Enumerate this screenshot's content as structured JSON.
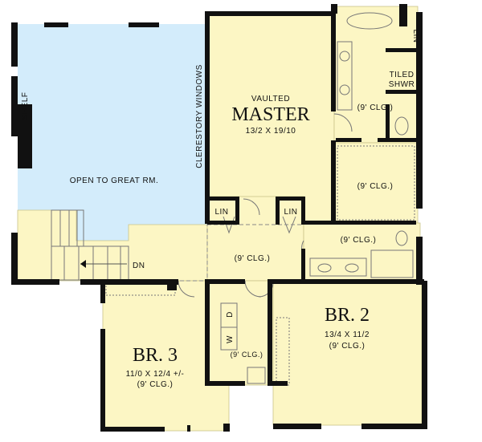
{
  "colors": {
    "room_fill": "#fcf6c4",
    "open_area_fill": "#d3ecfb",
    "wall": "#111111"
  },
  "labels": {
    "shelf": "SHELF",
    "clerestory": "CLERESTORY WINDOWS",
    "open_to_great_room": "OPEN TO GREAT RM.",
    "master": {
      "prefix": "VAULTED",
      "name": "MASTER",
      "size": "13/2 X 19/10"
    },
    "master_bath_ceiling": "(9' CLG.)",
    "tiled_shower": [
      "TILED",
      "SHWR"
    ],
    "master_linen": "LIN",
    "closet_ceiling": "(9' CLG.)",
    "hall_linen_1": "LIN",
    "hall_linen_2": "LIN",
    "hall_bath_ceiling": "(9' CLG.)",
    "hall_ceiling": "(9' CLG.)",
    "stair_down": "DN",
    "br2": {
      "name": "BR. 2",
      "size": "13/4 X 11/2",
      "ceiling": "(9' CLG.)"
    },
    "br3": {
      "name": "BR. 3",
      "size": "11/0 X 12/4 +/-",
      "ceiling": "(9' CLG.)"
    },
    "washer": "W",
    "dryer": "D",
    "laundry_ceiling": "(9' CLG.)"
  }
}
